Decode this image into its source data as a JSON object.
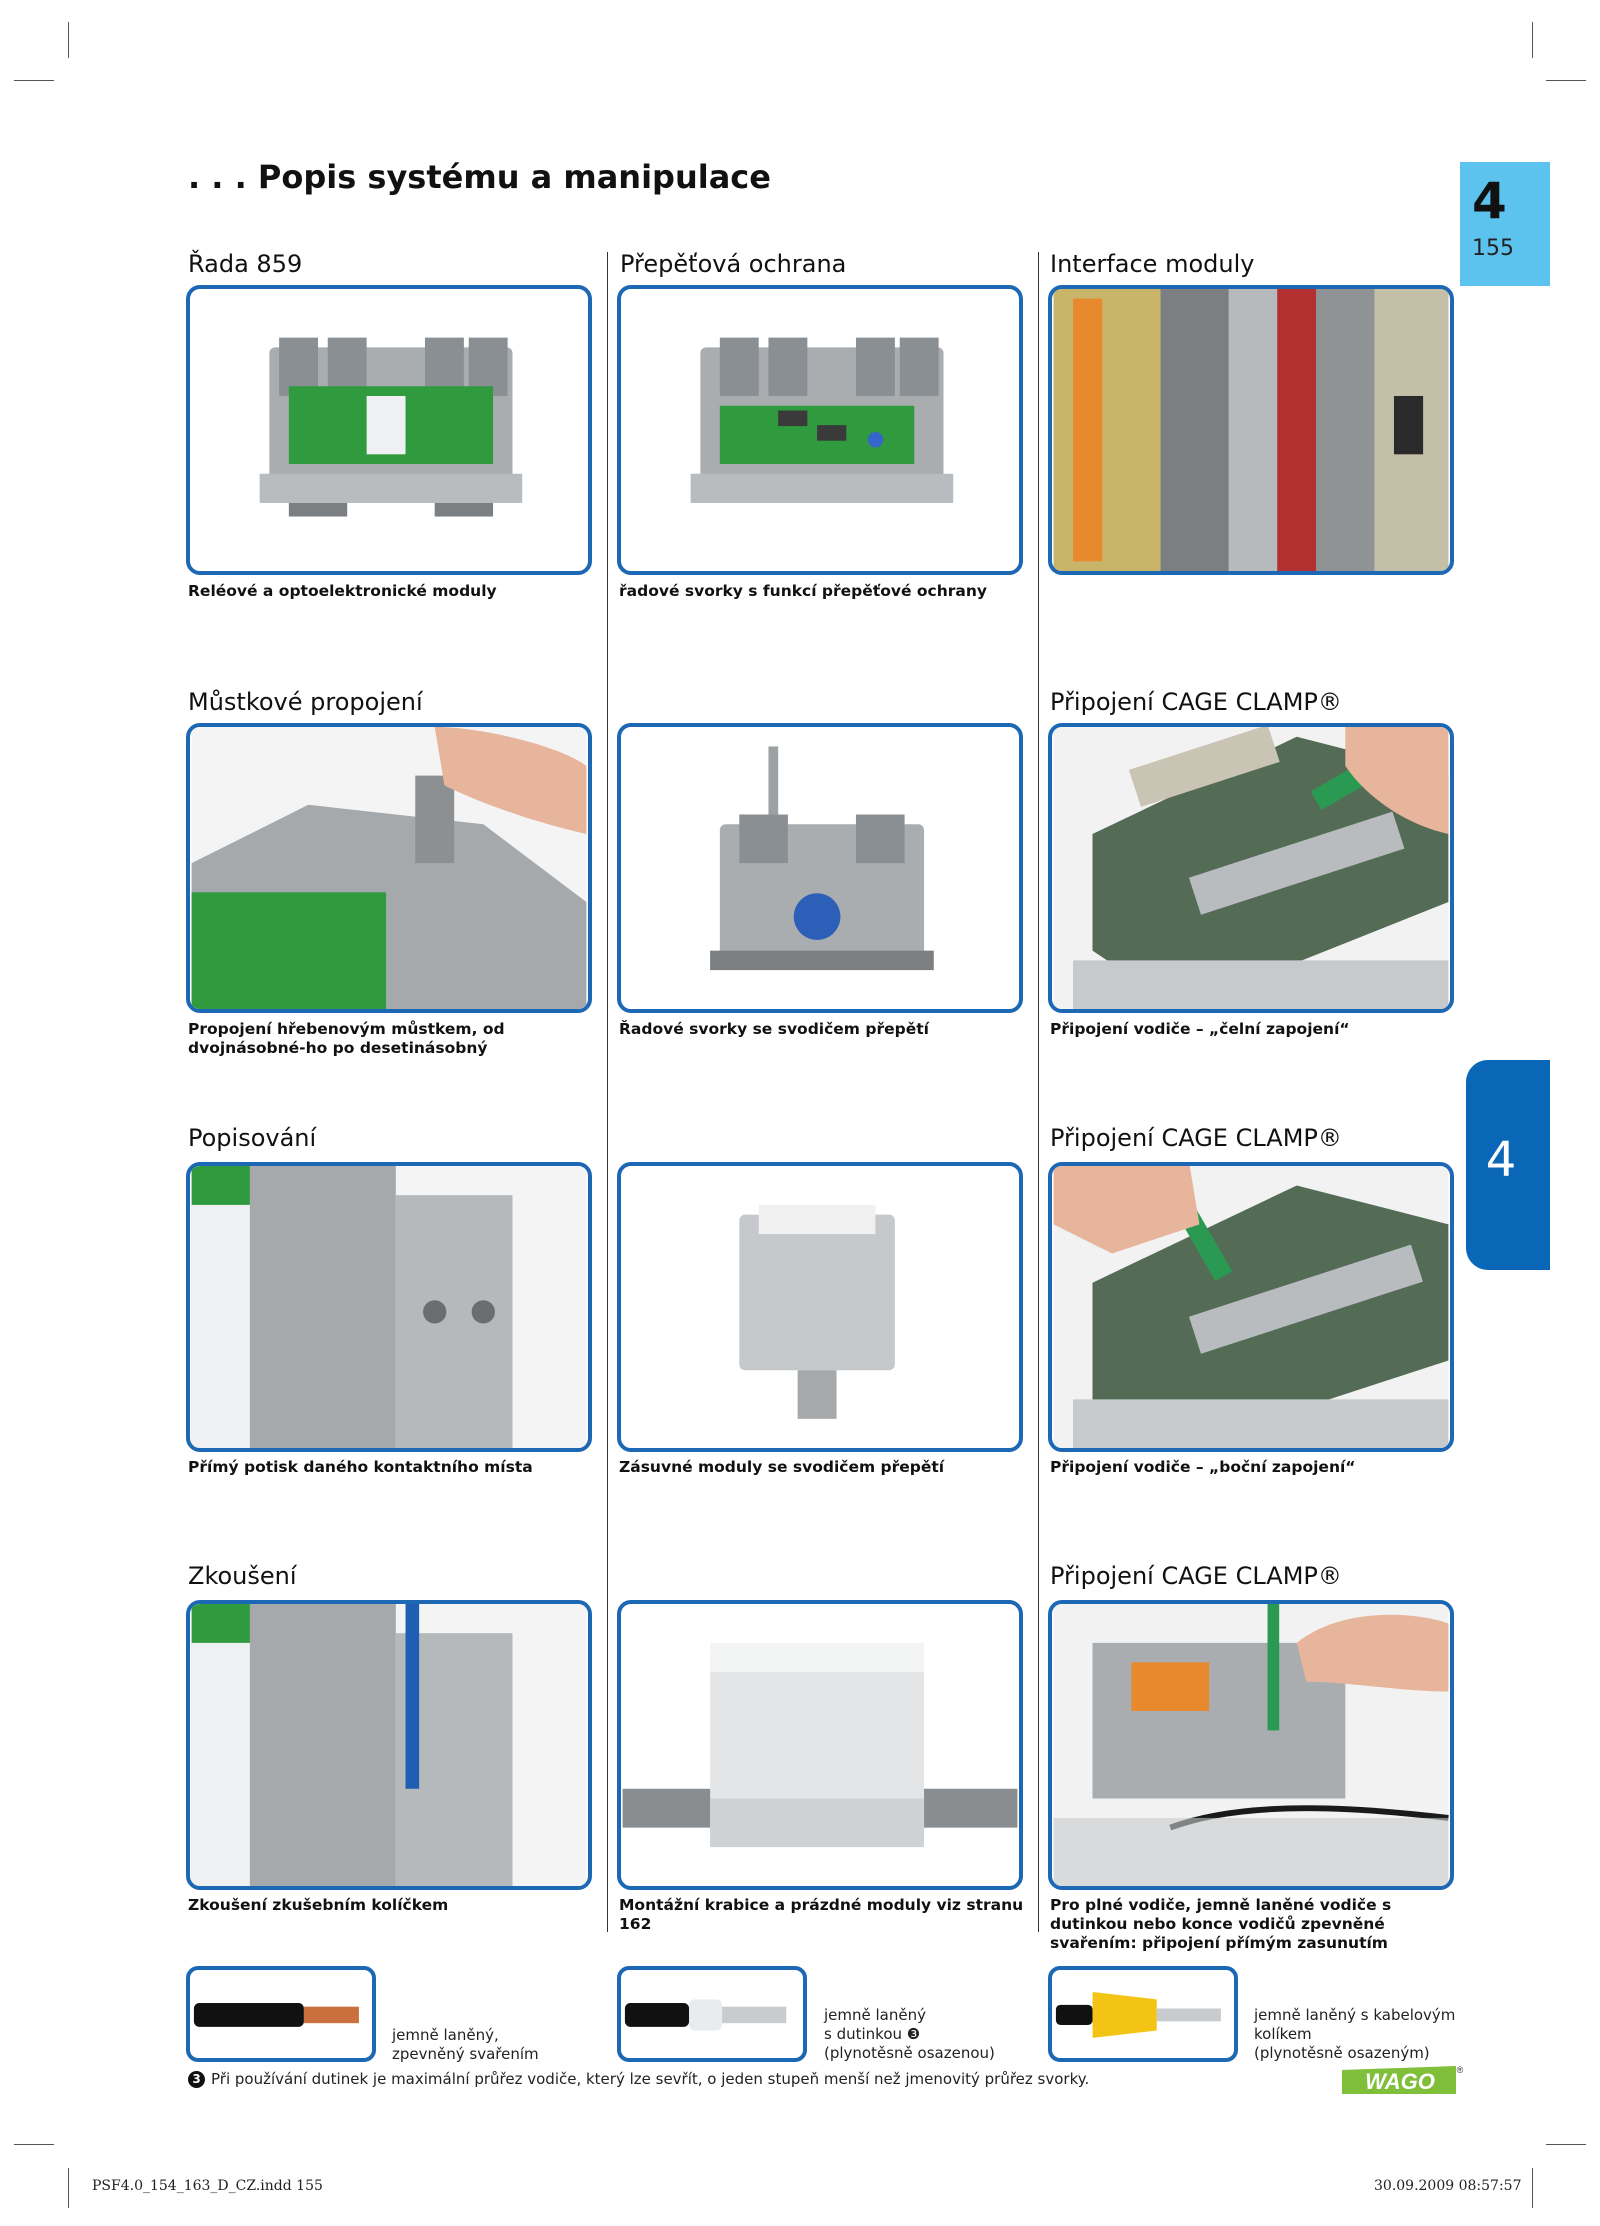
{
  "page": {
    "title": ". . . Popis systému a manipulace",
    "chapter_number": "4",
    "page_number": "155",
    "side_tab": "4"
  },
  "sections": {
    "rada859": {
      "heading": "Řada 859",
      "caption": "Reléové a optoelektronické moduly"
    },
    "prepetova": {
      "heading": "Přepěťová ochrana",
      "caption": "řadové svorky s funkcí přepěťové ochrany"
    },
    "interface": {
      "heading": "Interface moduly",
      "caption": ""
    },
    "mustkove": {
      "heading": "Můstkové propojení",
      "caption": "Propojení hřebenovým můstkem, od dvojnásobné-ho po desetinásobný"
    },
    "svodic": {
      "heading": "",
      "caption": "Řadové svorky se svodičem přepětí"
    },
    "cage1": {
      "heading": "Připojení CAGE CLAMP®",
      "caption": "Připojení vodiče – „čelní zapojení“"
    },
    "popisovani": {
      "heading": "Popisování",
      "caption": "Přímý potisk daného kontaktního místa"
    },
    "zasuvne": {
      "heading": "",
      "caption": "Zásuvné moduly se svodičem přepětí"
    },
    "cage2": {
      "heading": "Připojení CAGE CLAMP®",
      "caption": "Připojení vodiče – „boční zapojení“"
    },
    "zkouseni": {
      "heading": "Zkoušení",
      "caption": "Zkoušení zkušebním kolíčkem"
    },
    "montazni": {
      "heading": "",
      "caption": "Montážní krabice a prázdné moduly viz stranu 162"
    },
    "cage3": {
      "heading": "Připojení CAGE CLAMP®",
      "caption": "Pro plné vodiče, jemně laněné vodiče s dutinkou nebo konce vodičů zpevněné svařením: připojení přímým zasunutím"
    }
  },
  "wires": {
    "w1": "jemně laněný,\nzpevněný svařením",
    "w2": "jemně laněný\ns dutinkou ❸\n(plynotěsně osazenou)",
    "w3": "jemně laněný s kabelovým\nkolíkem\n(plynotěsně osazeným)"
  },
  "footnote": {
    "mark": "3",
    "text": "Při používání dutinek je maximální průřez vodiče, který lze sevřít, o jeden stupeň menší než jmenovitý průřez svorky."
  },
  "logo": {
    "text": "WAGO",
    "reg": "®"
  },
  "print_info": {
    "file": "PSF4.0_154_163_D_CZ.indd   155",
    "timestamp": "30.09.2009   08:57:57"
  },
  "colors": {
    "frame_blue": "#1d68b4",
    "chapter_tab": "#5bc3ee",
    "side_tab": "#0a66b7"
  }
}
